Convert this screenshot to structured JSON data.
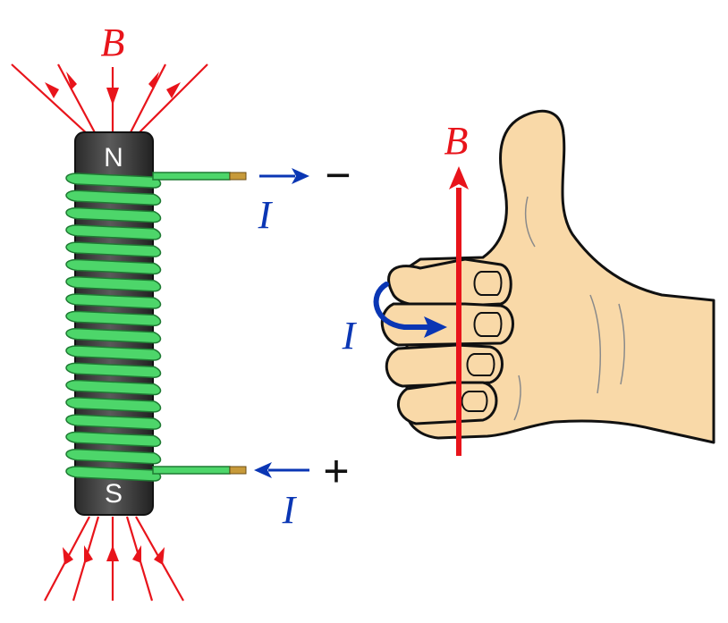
{
  "labels": {
    "field_top": "B",
    "field_hand": "B",
    "pole_north": "N",
    "pole_south": "S",
    "current_top": "I",
    "current_bottom": "I",
    "current_hand": "I",
    "terminal_negative": "−",
    "terminal_positive": "+"
  },
  "colors": {
    "field": "#e8141b",
    "current": "#0a36b4",
    "coil": "#4dd66a",
    "coil_outline": "#1f7a33",
    "core": "#4a4a4a",
    "core_dark": "#2b2b2b",
    "terminal": "#c79a3a",
    "skin": "#f9d9a8",
    "outline": "#111111"
  },
  "icons": {
    "hand": "thumbs-up-hand-icon"
  }
}
